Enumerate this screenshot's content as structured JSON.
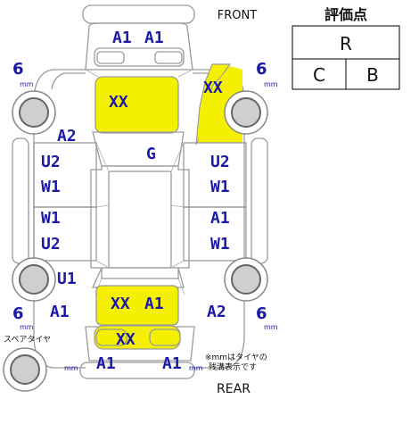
{
  "labels": {
    "front": "FRONT",
    "rear": "REAR",
    "spare_tire": "スペアタイヤ",
    "note_line1": "※mmはタイヤの",
    "note_line2": "残溝表示です",
    "mm": "mm"
  },
  "grade": {
    "title": "評価点",
    "overall": "R",
    "interior": "C",
    "exterior": "B"
  },
  "tread": {
    "front_left": "6",
    "front_right": "6",
    "rear_left": "6",
    "rear_right": "6"
  },
  "damage": {
    "front_bumper_left": "A1",
    "front_bumper_right": "A1",
    "hood": "XX",
    "front_fender_right": "XX",
    "front_fender_left": "A2",
    "roof": "G",
    "front_door_left_1": "U2",
    "front_door_left_2": "W1",
    "rear_door_left_1": "W1",
    "rear_door_left_2": "U2",
    "front_door_right_1": "U2",
    "front_door_right_2": "W1",
    "rear_door_right_1": "A1",
    "rear_door_right_2": "W1",
    "rear_wheel_left": "U1",
    "rear_fender_left": "A1",
    "rear_fender_right": "A2",
    "trunk_1": "XX",
    "trunk_2": "A1",
    "rear_panel": "XX",
    "rear_bumper_left": "A1",
    "rear_bumper_right": "A1"
  },
  "colors": {
    "damage_text": "#1a1aa6",
    "highlight": "#f5f000",
    "outline": "#9a9a9a"
  }
}
